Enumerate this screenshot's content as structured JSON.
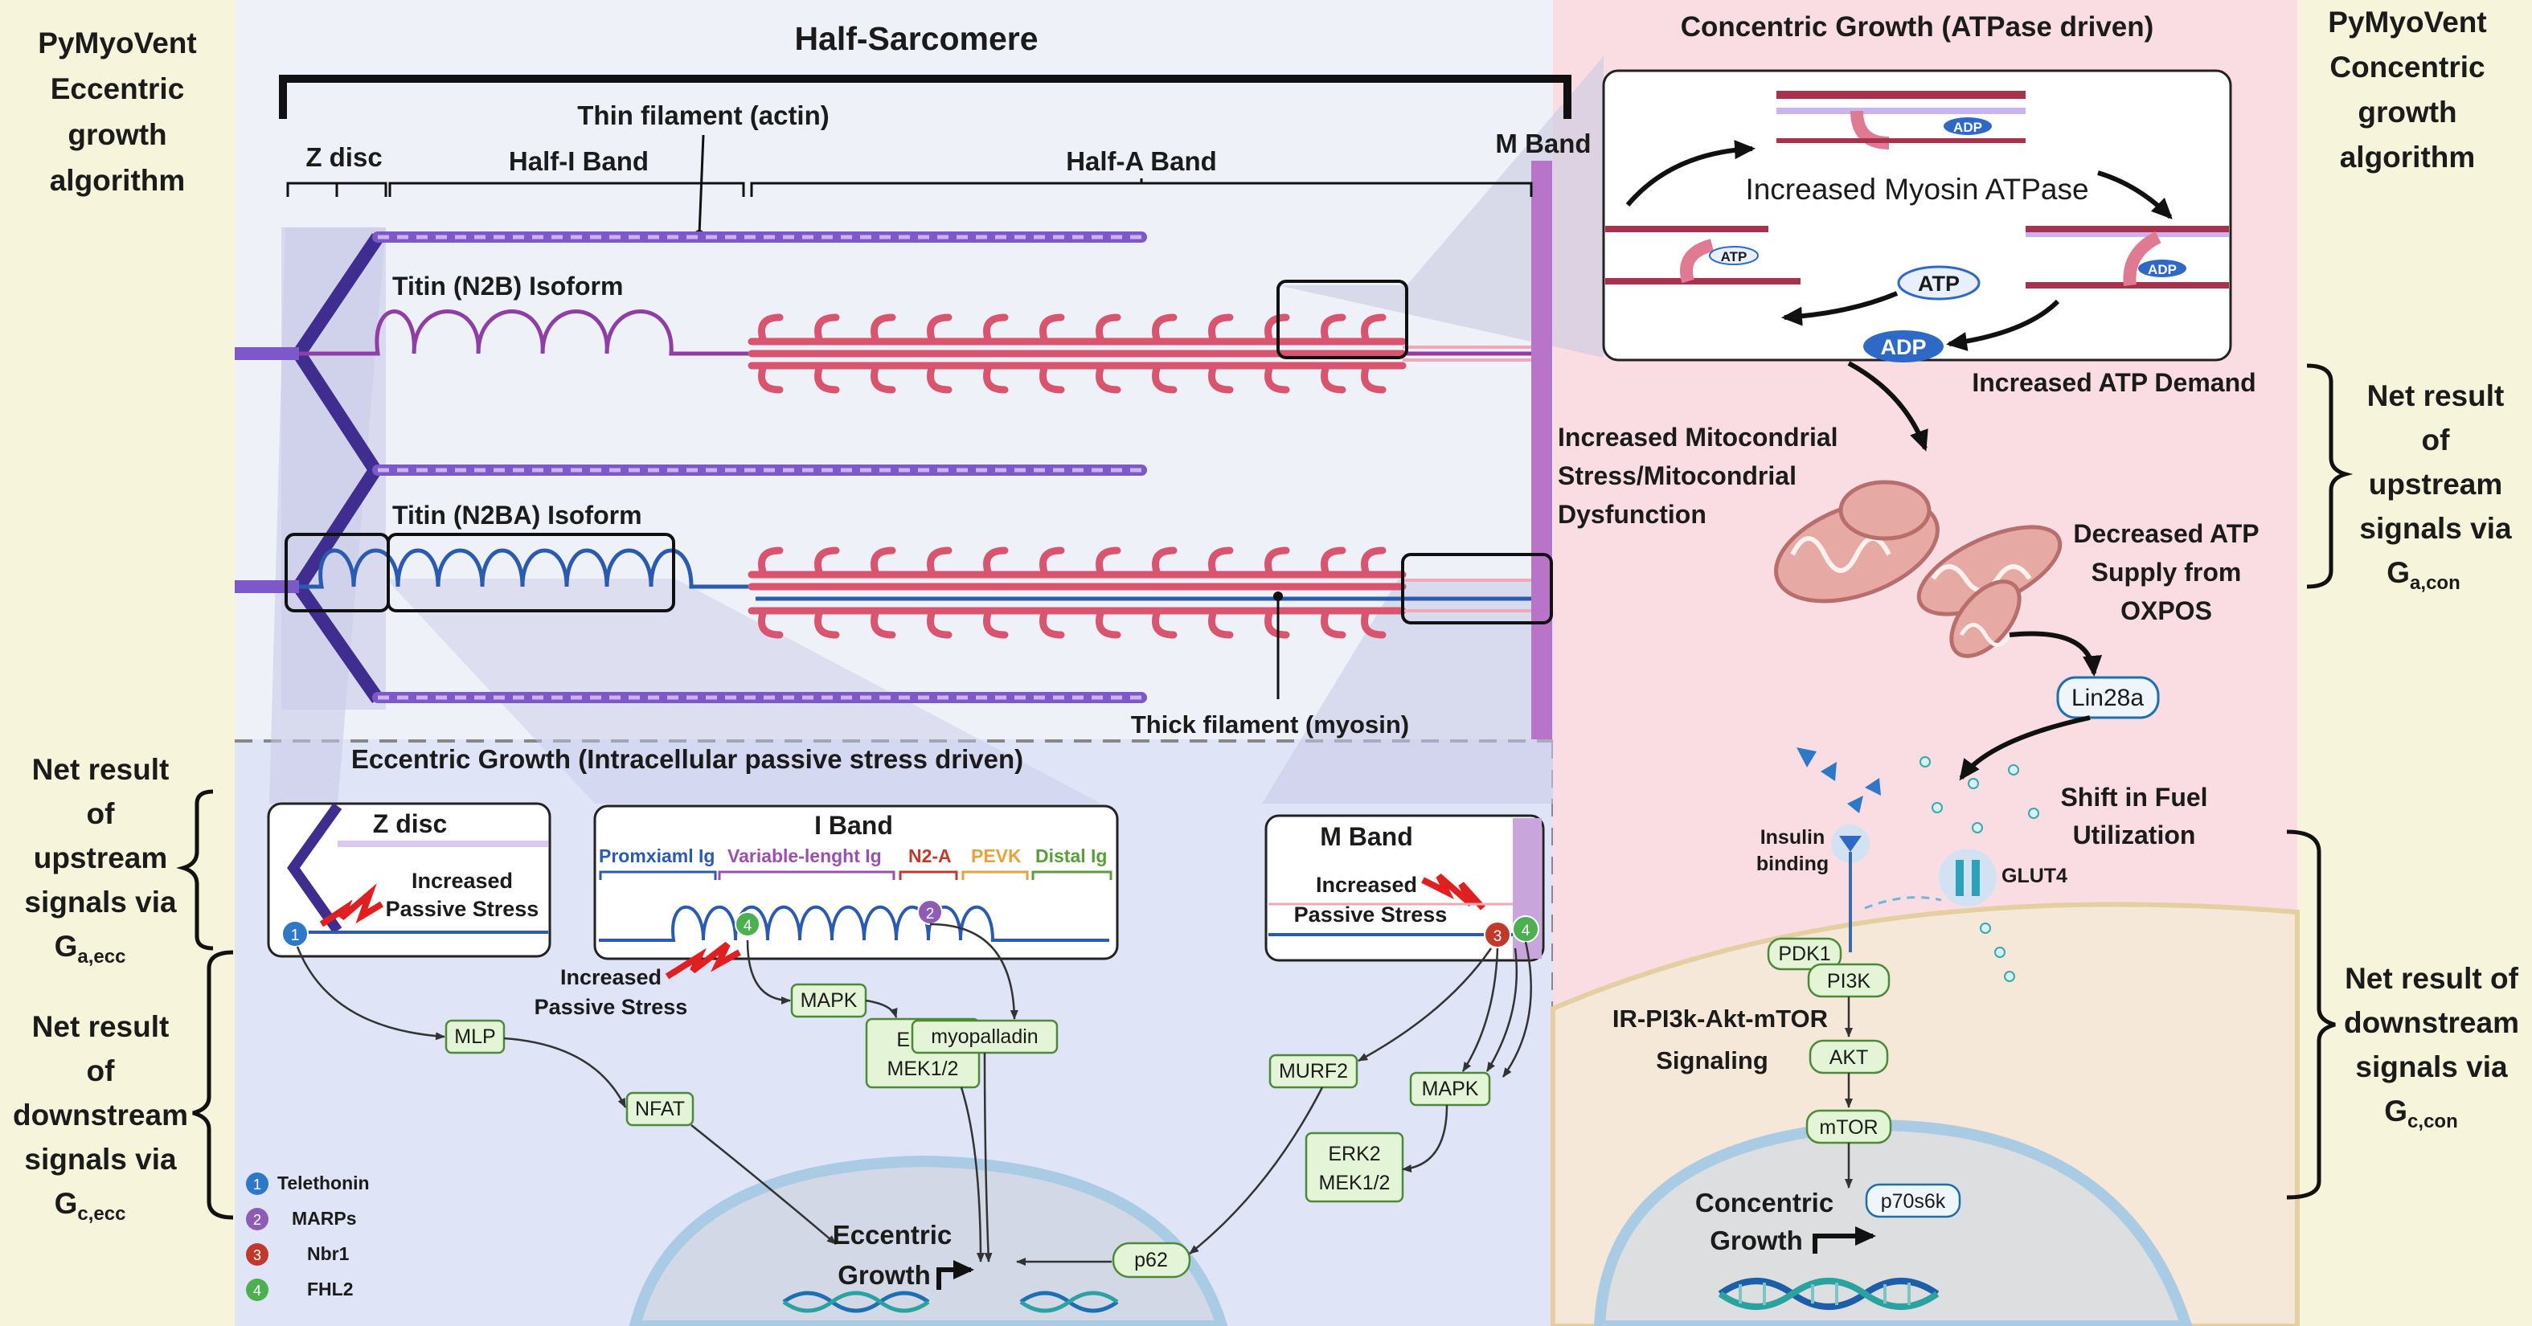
{
  "left_side": {
    "title": [
      "PyMyoVent",
      "Eccentric",
      "growth",
      "algorithm"
    ],
    "net_upstream": [
      "Net result",
      "of",
      "upstream",
      "signals via",
      "G",
      "a,ecc"
    ],
    "net_downstream": [
      "Net result",
      "of",
      "downstream",
      "signals via",
      "G",
      "c,ecc"
    ]
  },
  "right_side": {
    "title": [
      "PyMyoVent",
      "Concentric",
      "growth",
      "algorithm"
    ],
    "net_upstream": [
      "Net result",
      "of",
      "upstream",
      "signals via",
      "G",
      "a,con"
    ],
    "net_downstream": [
      "Net result of",
      "downstream",
      "signals via",
      "G",
      "c,con"
    ]
  },
  "sarcomere": {
    "title": "Half-Sarcomere",
    "thin_filament": "Thin filament (actin)",
    "z_disc": "Z disc",
    "half_i_band": "Half-I Band",
    "half_a_band": "Half-A Band",
    "m_band": "M Band",
    "titin_n2b": "Titin (N2B) Isoform",
    "titin_n2ba": "Titin (N2BA) Isoform",
    "thick_filament": "Thick filament (myosin)"
  },
  "eccentric": {
    "title": "Eccentric Growth (Intracellular passive stress driven)",
    "zdisc_panel": {
      "title": "Z disc",
      "stress": [
        "Increased",
        "Passive Stress"
      ]
    },
    "iband_panel": {
      "title": "I Band",
      "segments": [
        "Promxiaml Ig",
        "Variable-lenght  Ig",
        "N2-A",
        "PEVK",
        "Distal Ig"
      ],
      "segment_colors": [
        "#2b5bb0",
        "#9b4fb0",
        "#c0392b",
        "#e6a23c",
        "#5a9e3a"
      ]
    },
    "iband_stress": [
      "Increased",
      "Passive Stress"
    ],
    "mband_panel": {
      "title": "M Band",
      "stress": [
        "Increased",
        "Passive Stress"
      ]
    },
    "boxes": {
      "mlp": "MLP",
      "nfat": "NFAT",
      "mapk1": "MAPK",
      "erk_a": "ERK2",
      "mek_a": "MEK1/2",
      "myopalladin": "myopalladin",
      "murf2": "MURF2",
      "mapk2": "MAPK",
      "erk_b": "ERK2",
      "mek_b": "MEK1/2",
      "p62": "p62"
    },
    "growth": [
      "Eccentric",
      "Growth"
    ]
  },
  "legend": [
    {
      "num": "1",
      "label": "Telethonin",
      "color": "#2e78c8"
    },
    {
      "num": "2",
      "label": "MARPs",
      "color": "#8e5bb5"
    },
    {
      "num": "3",
      "label": "Nbr1",
      "color": "#c0392b"
    },
    {
      "num": "4",
      "label": "FHL2",
      "color": "#4caf50"
    }
  ],
  "concentric": {
    "title": "Concentric Growth (ATPase driven)",
    "myosin_atpase": "Increased Myosin ATPase",
    "adp": "ADP",
    "atp": "ATP",
    "atp_demand": "Increased ATP Demand",
    "mito_stress": [
      "Increased Mitocondrial",
      "Stress/Mitocondrial",
      "Dysfunction"
    ],
    "atp_supply": [
      "Decreased ATP",
      "Supply from",
      "OXPOS"
    ],
    "lin28a": "Lin28a",
    "fuel": [
      "Shift in Fuel",
      "Utilization"
    ],
    "insulin": [
      "Insulin",
      "binding"
    ],
    "glut4": "GLUT4",
    "pathway": [
      "IR-PI3k-Akt-mTOR",
      "Signaling"
    ],
    "nodes": {
      "pdk1": "PDK1",
      "pi3k": "PI3K",
      "akt": "AKT",
      "mtor": "mTOR",
      "p70s6k": "p70s6k"
    },
    "growth": [
      "Concentric",
      "Growth"
    ]
  },
  "colors": {
    "left_bg": "#f6f4da",
    "right_bg": "#f6f4da",
    "sarc_bg": "#e8ecf4",
    "ecc_bg": "#dfe3f6",
    "con_bg": "#f9dde3",
    "cell_bg": "#f5e8d8",
    "actin": "#7d58c8",
    "myosin": "#d9546e",
    "zdisc": "#3f2d8f",
    "titin_n2b": "#8e3ea6",
    "titin_n2ba": "#2b5bb0"
  }
}
